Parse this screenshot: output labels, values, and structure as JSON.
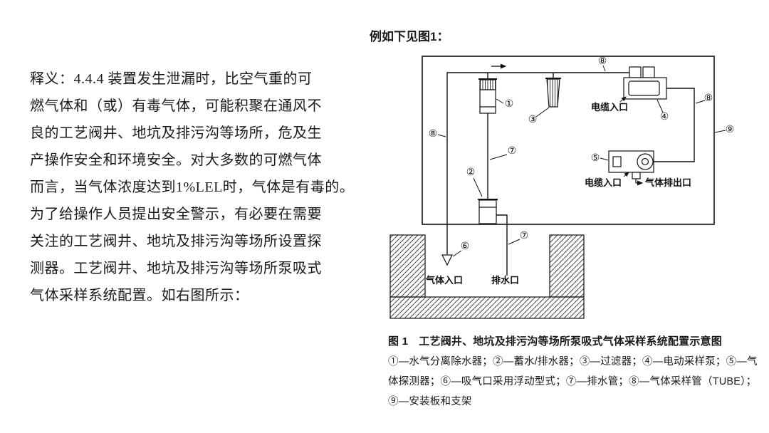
{
  "commentary": {
    "lines": [
      "释义：4.4.4 装置发生泄漏时，比空气重的可",
      "燃气体和（或）有毒气体，可能积聚在通风不",
      "良的工艺阀井、地坑及排污沟等场所，危及生",
      "产操作安全和环境安全。对大多数的可燃气体",
      "而言，当气体浓度达到1%LEL时，气体是有毒的。",
      "为了给操作人员提出安全警示，有必要在需要",
      "关注的工艺阀井、地坑及排污沟等场所设置探",
      "测器。工艺阀井、地坑及排污沟等场所泵吸式",
      "气体采样系统配置。如右图所示："
    ]
  },
  "figure": {
    "intro": "例如下见图1：",
    "diagram_labels": {
      "cable_inlet_top": "电缆入口",
      "cable_inlet_bottom": "电缆入口",
      "gas_outlet": "气体排出口",
      "gas_inlet": "气体入口",
      "drain_outlet": "排水口"
    },
    "callouts": {
      "c1": "①",
      "c2": "②",
      "c3": "③",
      "c4": "④",
      "c5": "⑤",
      "c6": "⑥",
      "c7": "⑦",
      "c8": "⑧",
      "c9": "⑨"
    },
    "caption": {
      "title": "图 1　工艺阀井、地坑及排污沟等场所泵吸式气体采样系统配置示意图",
      "legend_lines": [
        "①—水气分离除水器；②—蓄水/排水器；③—过滤器；④—电动采样泵；⑤—气",
        "体探测器；⑥—吸气口采用浮动型式；⑦—排水管；⑧—气体采样管（TUBE）；",
        "⑨—安装板和支架"
      ]
    },
    "colors": {
      "ink": "#1a1a1a",
      "paper": "#ffffff"
    }
  }
}
